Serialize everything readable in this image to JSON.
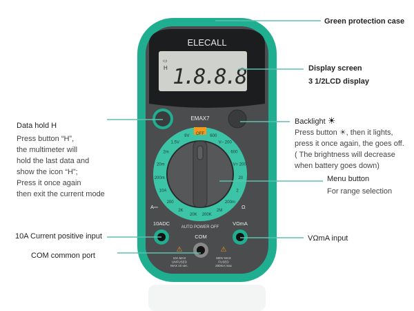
{
  "device": {
    "brand": "ELECALL",
    "model": "EMAX7",
    "lcd_reading": "1.8.8.8",
    "lcd_icons": [
      "battery",
      "H"
    ],
    "dial_labels": [
      "OFF",
      "600",
      "V~ 200",
      "600",
      "V= 200",
      "20",
      "2",
      "200m",
      "2M",
      "200K",
      "20K",
      "2K",
      "200",
      "10A",
      "200m",
      "20m",
      "2m",
      "1.5V",
      "9V"
    ],
    "left_symbol": "A⎓",
    "right_symbol": "Ω",
    "auto_power_off": "AUTO POWER OFF",
    "jack_labels": {
      "a10": "10ADC",
      "com": "COM",
      "vma": "VΩmA"
    },
    "warnings": {
      "left": [
        "10A MAX",
        "UNFUSED",
        "MAX 10 sec."
      ],
      "right": [
        "600V MAX",
        "FUSED",
        "200mA max"
      ]
    },
    "colors": {
      "case": "#1fae90",
      "face": "#4a4c4e",
      "ring": "#3cc4a6",
      "off": "#f39a1e",
      "line": "#5cc1ad"
    }
  },
  "annotations": {
    "case": {
      "title": "Green protection case"
    },
    "display": {
      "title": "Display screen",
      "subtitle": "3 1/2LCD display"
    },
    "backlight": {
      "title": "Backlight",
      "icon": "sun-icon",
      "lines": [
        "Press button ☀, then it lights,",
        "press it once again, the goes off.",
        "( The brightness will decrease",
        " when battery goes down)"
      ]
    },
    "menu": {
      "title": "Menu button",
      "subtitle": "For range selection"
    },
    "hold": {
      "title": "Data hold H",
      "lines": [
        "Press button “H”,",
        "the multimeter will",
        "hold the last data and",
        "show the icon “H”;",
        "Press it once again",
        "then exit the current mode"
      ]
    },
    "a10": {
      "title": "10A Current positive input"
    },
    "com": {
      "title": "COM common port"
    },
    "vma": {
      "title": "VΩmA input"
    }
  }
}
